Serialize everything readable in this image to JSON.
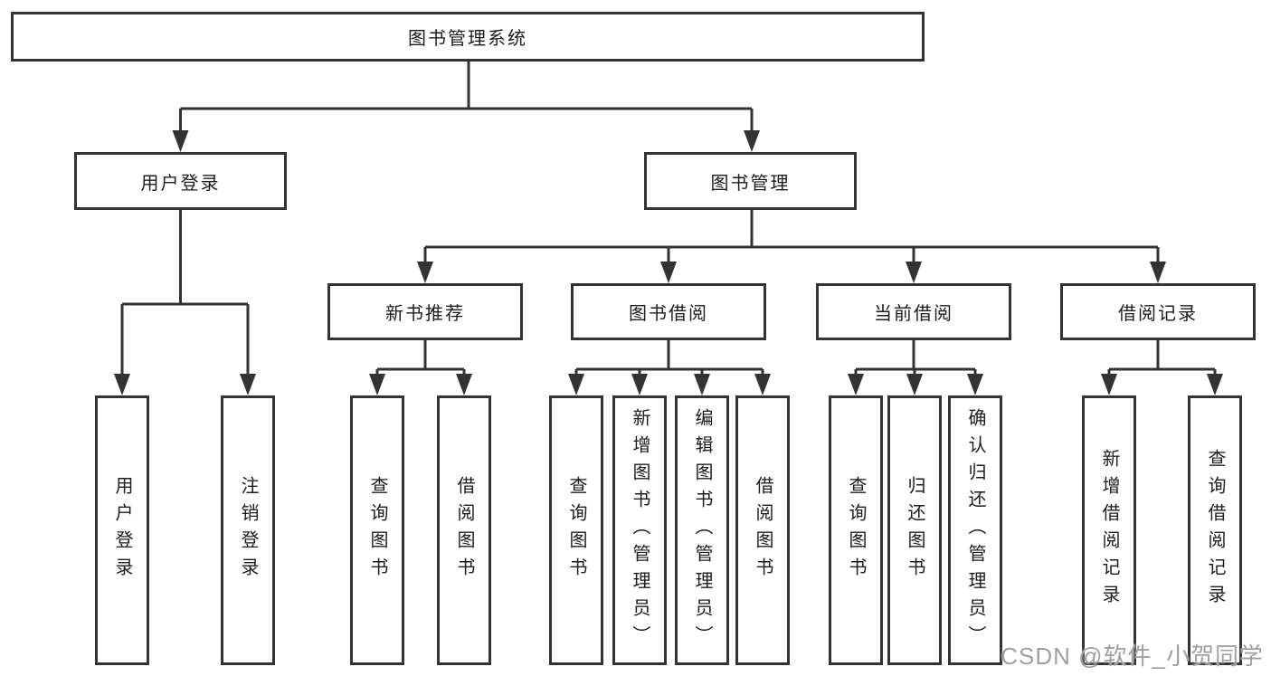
{
  "diagram": {
    "tree": {
      "root": {
        "label": "图书管理系统",
        "children": [
          {
            "label": "用户登录",
            "children": [
              {
                "label": "用户登录"
              },
              {
                "label": "注销登录"
              }
            ]
          },
          {
            "label": "图书管理",
            "children": [
              {
                "label": "新书推荐",
                "children": [
                  {
                    "label": "查询图书"
                  },
                  {
                    "label": "借阅图书"
                  }
                ]
              },
              {
                "label": "图书借阅",
                "children": [
                  {
                    "label": "查询图书"
                  },
                  {
                    "label": "新增图书（管理员）"
                  },
                  {
                    "label": "编辑图书（管理员）"
                  },
                  {
                    "label": "借阅图书"
                  }
                ]
              },
              {
                "label": "当前借阅",
                "children": [
                  {
                    "label": "查询图书"
                  },
                  {
                    "label": "归还图书"
                  },
                  {
                    "label": "确认归还（管理员）"
                  }
                ]
              },
              {
                "label": "借阅记录",
                "children": [
                  {
                    "label": "新增借阅记录"
                  },
                  {
                    "label": "查询借阅记录"
                  }
                ]
              }
            ]
          }
        ]
      }
    },
    "colors": {
      "line": "#333333",
      "box_border": "#333333",
      "text": "#1c1c1c",
      "watermark": "#a0a0a0",
      "background": "#ffffff"
    }
  },
  "watermark": {
    "text": "CSDN @软件_小贺同学"
  }
}
